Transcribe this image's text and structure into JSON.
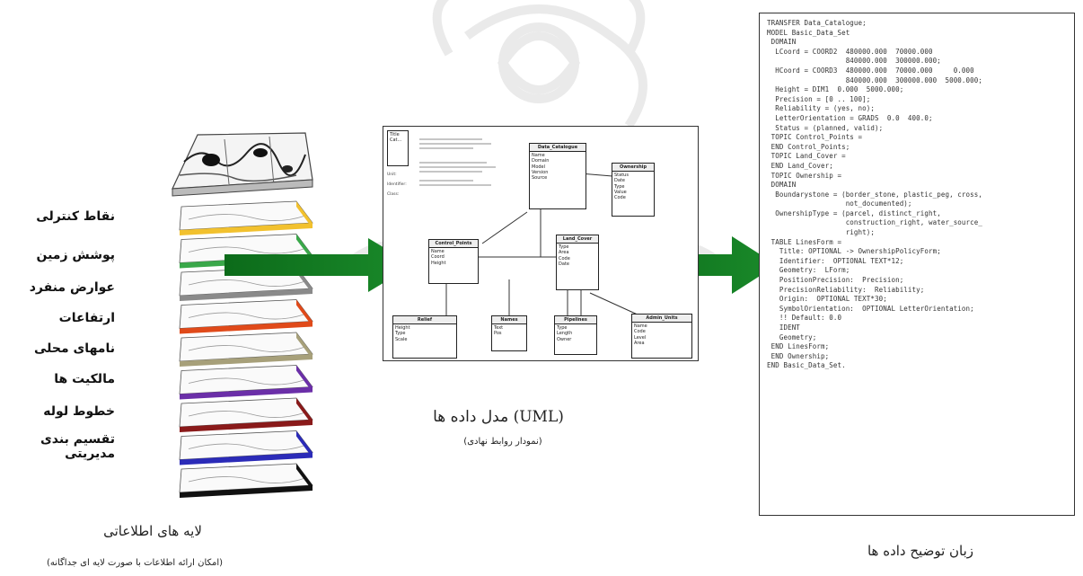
{
  "layers": {
    "labels": [
      "نقاط کنترلی",
      "پوشش زمین",
      "عوارض منفرد",
      "ارتفاعات",
      "نامهای محلی",
      "مالکیت ها",
      "خطوط لوله",
      "تقسیم بندی مدیریتی"
    ],
    "colors": [
      "#f2c12e",
      "#3aa84a",
      "#8a8a8a",
      "#e04a1a",
      "#a7a07a",
      "#6b2fa8",
      "#8a1a1a",
      "#2b2bb8",
      "#111111"
    ],
    "caption_title": "لایه های اطلاعاتی",
    "caption_sub": "(امکان ارائه اطلاعات با صورت لایه ای جداگانه)"
  },
  "uml": {
    "caption_title": "(UML) مدل داده ها",
    "caption_sub": "(نمودار روابط نهادی)",
    "classes": [
      {
        "name": "",
        "body": "Title\nCat..."
      },
      {
        "name": "Data_Catalogue",
        "body": "Name\nDomain\nModel\nVersion\nSource"
      },
      {
        "name": "Ownership",
        "body": "Status\nDate\nType\nValue\nCode"
      },
      {
        "name": "Control_Points",
        "body": "Name\nCoord\nHeight"
      },
      {
        "name": "Land_Cover",
        "body": "Type\nArea\nCode\nDate"
      },
      {
        "name": "Relief",
        "body": "Height\nType\nScale"
      },
      {
        "name": "Names",
        "body": "Text\nPos"
      },
      {
        "name": "Pipelines",
        "body": "Type\nLength\nOwner"
      },
      {
        "name": "Admin_Units",
        "body": "Name\nCode\nLevel\nArea"
      }
    ],
    "legend_lines": [
      "Unit:",
      "Identifier:",
      "Class:"
    ]
  },
  "code": {
    "caption_title": "زبان توضیح داده ها",
    "lines": [
      "TRANSFER Data_Catalogue;",
      "MODEL Basic_Data_Set",
      " DOMAIN",
      "  LCoord = COORD2  480000.000  70000.000",
      "                   840000.000  300000.000;",
      "  HCoord = COORD3  480000.000  70000.000     0.000",
      "                   840000.000  300000.000  5000.000;",
      "  Height = DIM1  0.000  5000.000;",
      "  Precision = [0 .. 100];",
      "  Reliability = (yes, no);",
      "  LetterOrientation = GRADS  0.0  400.0;",
      "  Status = (planned, valid);",
      "",
      " TOPIC Control_Points =",
      "",
      " END Control_Points;",
      "",
      " TOPIC Land_Cover =",
      "",
      " END Land_Cover;",
      "",
      " TOPIC Ownership =",
      " DOMAIN",
      "  Boundarystone = (border_stone, plastic_peg, cross,",
      "                   not_documented);",
      "  OwnershipType = (parcel, distinct_right,",
      "                   construction_right, water_source_",
      "                   right);",
      " TABLE LinesForm =",
      "   Title: OPTIONAL -> OwnershipPolicyForm;",
      "   Identifier:  OPTIONAL TEXT*12;",
      "   Geometry:  LForm;",
      "   PositionPrecision:  Precision;",
      "   PrecisionReliability:  Reliability;",
      "   Origin:  OPTIONAL TEXT*30;",
      "   SymbolOrientation:  OPTIONAL LetterOrientation;",
      "   !! Default: 0.0",
      "   IDENT",
      "   Geometry;",
      " END LinesForm;",
      " END Ownership;",
      "END Basic_Data_Set."
    ]
  }
}
